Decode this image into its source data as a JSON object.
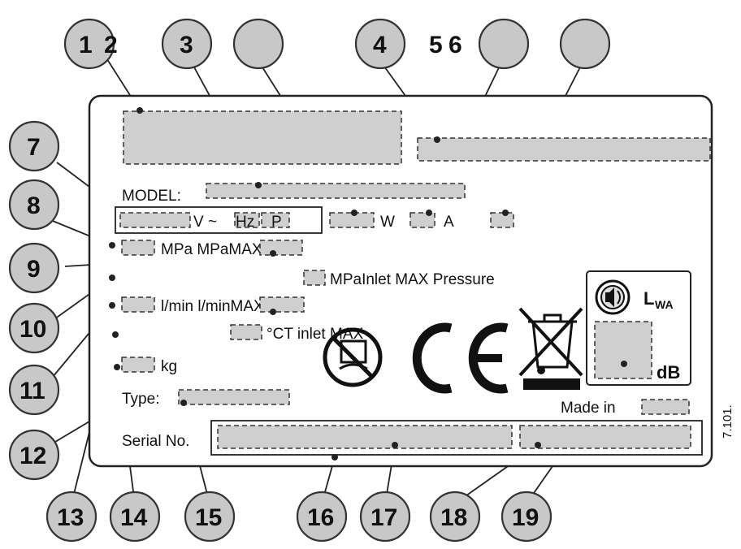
{
  "plate": {
    "model_label": "MODEL:",
    "voltage_text": "V ~",
    "hz_text": "Hz",
    "p_text": "P",
    "watt_unit": "W",
    "amp_unit": "A",
    "pressure_text": "MPa MPaMAX",
    "inlet_pressure_text": "MPaInlet MAX Pressure",
    "flow_text": "l/min l/minMAX",
    "temp_text": "°CT inlet MAX",
    "weight_unit": "kg",
    "type_label": "Type:",
    "serial_label": "Serial No.",
    "made_in_label": "Made in",
    "lwa_label": "L",
    "lwa_subscript": "WA",
    "db_unit": "dB",
    "side_code": "7.101."
  },
  "callouts": {
    "top": [
      "1",
      "2",
      "3",
      "",
      "4",
      "5",
      "6",
      ""
    ],
    "left": [
      "7",
      "8",
      "9",
      "10",
      "11",
      "12"
    ],
    "bottom": [
      "13",
      "14",
      "15",
      "16",
      "17",
      "18",
      "19"
    ]
  }
}
